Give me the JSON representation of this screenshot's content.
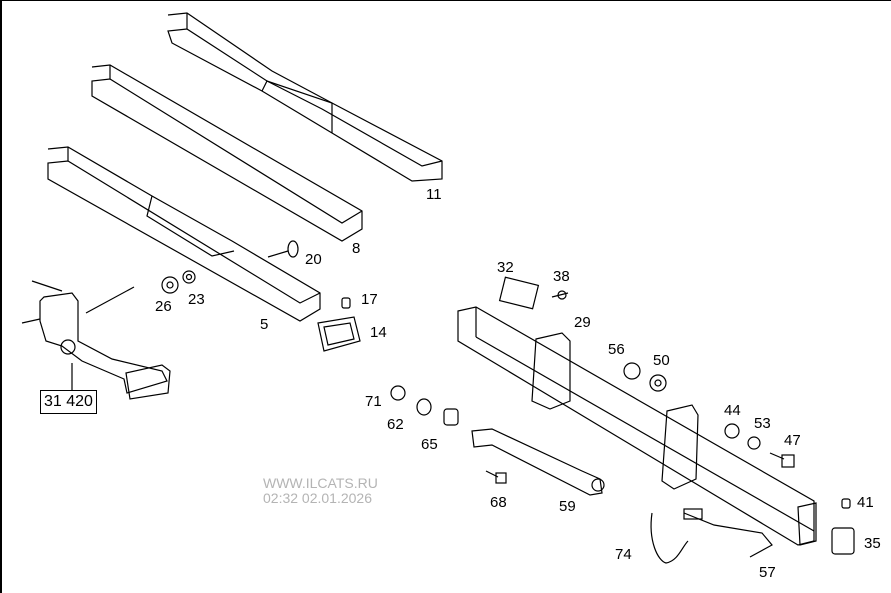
{
  "diagram": {
    "part_labels": [
      "11",
      "8",
      "20",
      "5",
      "26",
      "23",
      "17",
      "14",
      "32",
      "38",
      "29",
      "56",
      "50",
      "71",
      "62",
      "65",
      "44",
      "53",
      "47",
      "68",
      "59",
      "41",
      "35",
      "74",
      "57"
    ],
    "assembly_ref": "31 420"
  },
  "watermark": {
    "site": "WWW.ILCATS.RU",
    "timestamp": "02:32 02.01.2026"
  }
}
